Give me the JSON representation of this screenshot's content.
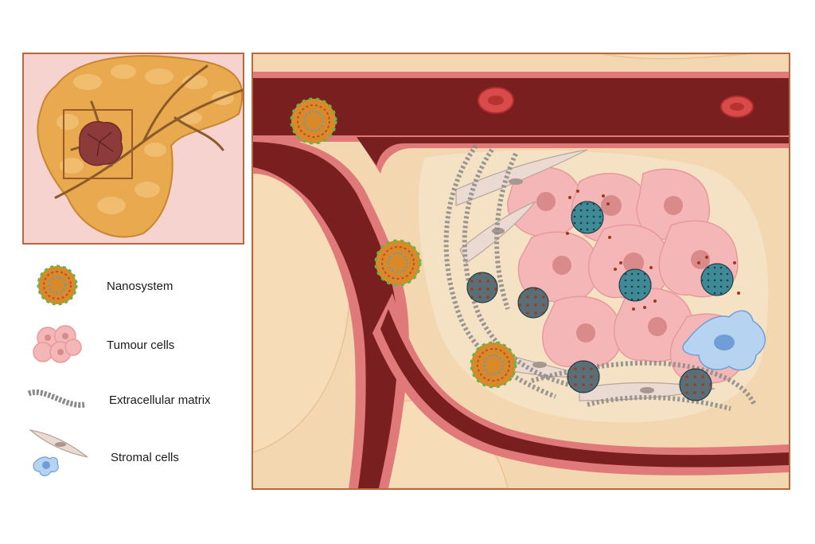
{
  "legend": {
    "items": [
      {
        "icon": "nanosystem-icon",
        "label": "Nanosystem"
      },
      {
        "icon": "tumour-cells-icon",
        "label": "Tumour cells"
      },
      {
        "icon": "extracellular-matrix-icon",
        "label": "Extracellular matrix"
      },
      {
        "icon": "stromal-cells-icon",
        "label": "Stromal cells"
      }
    ]
  },
  "colors": {
    "panel_border": "#b8683a",
    "vessel": "#7a1f1f",
    "vessel_wall": "#e07a7a",
    "tissue": "#f2d7b0",
    "tumour_cell": "#f4b6b6",
    "nanoparticle_core": "#3e8a96",
    "pancreas": "#e9a94e",
    "tumour_mass": "#8c3a3a"
  }
}
